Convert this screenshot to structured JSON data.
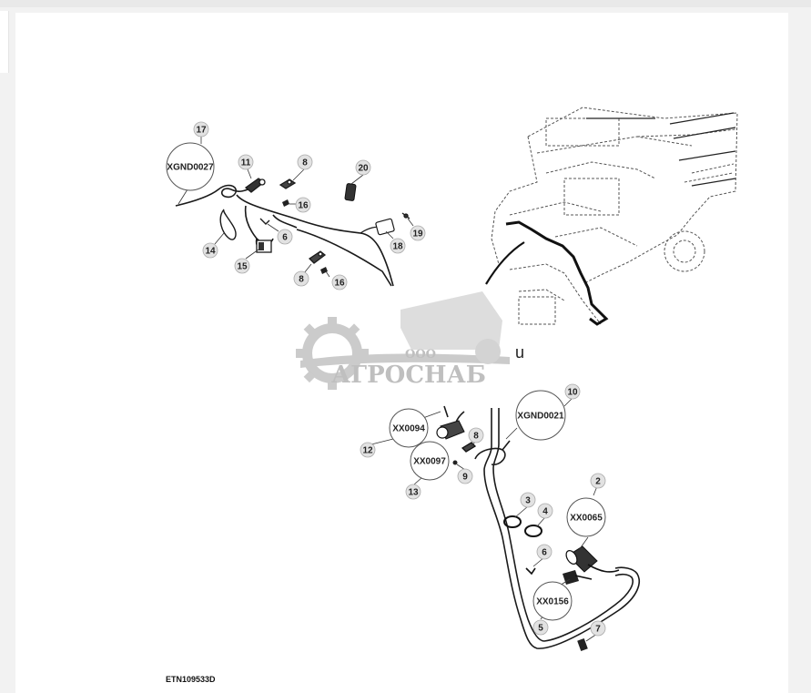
{
  "diagram": {
    "caption": "ETN109533D",
    "connectors": {
      "xgnd0027": "XGND0027",
      "xgnd0021": "XGND0021",
      "xx0094": "XX0094",
      "xx0097": "XX0097",
      "xx0065": "XX0065",
      "xx0156": "XX0156"
    },
    "callouts": {
      "c17": "17",
      "c11": "11",
      "c8a": "8",
      "c20": "20",
      "c16a": "16",
      "c14": "14",
      "c6a": "6",
      "c15": "15",
      "c18": "18",
      "c19": "19",
      "c8b": "8",
      "c16b": "16",
      "c10": "10",
      "c12": "12",
      "c8c": "8",
      "c9": "9",
      "c13": "13",
      "c2": "2",
      "c3": "3",
      "c4": "4",
      "c6b": "6",
      "c5": "5",
      "c7": "7"
    },
    "stray_letter": "u"
  },
  "watermark": {
    "company_type": "ООО",
    "company_name": "АГРОСНАБ"
  }
}
